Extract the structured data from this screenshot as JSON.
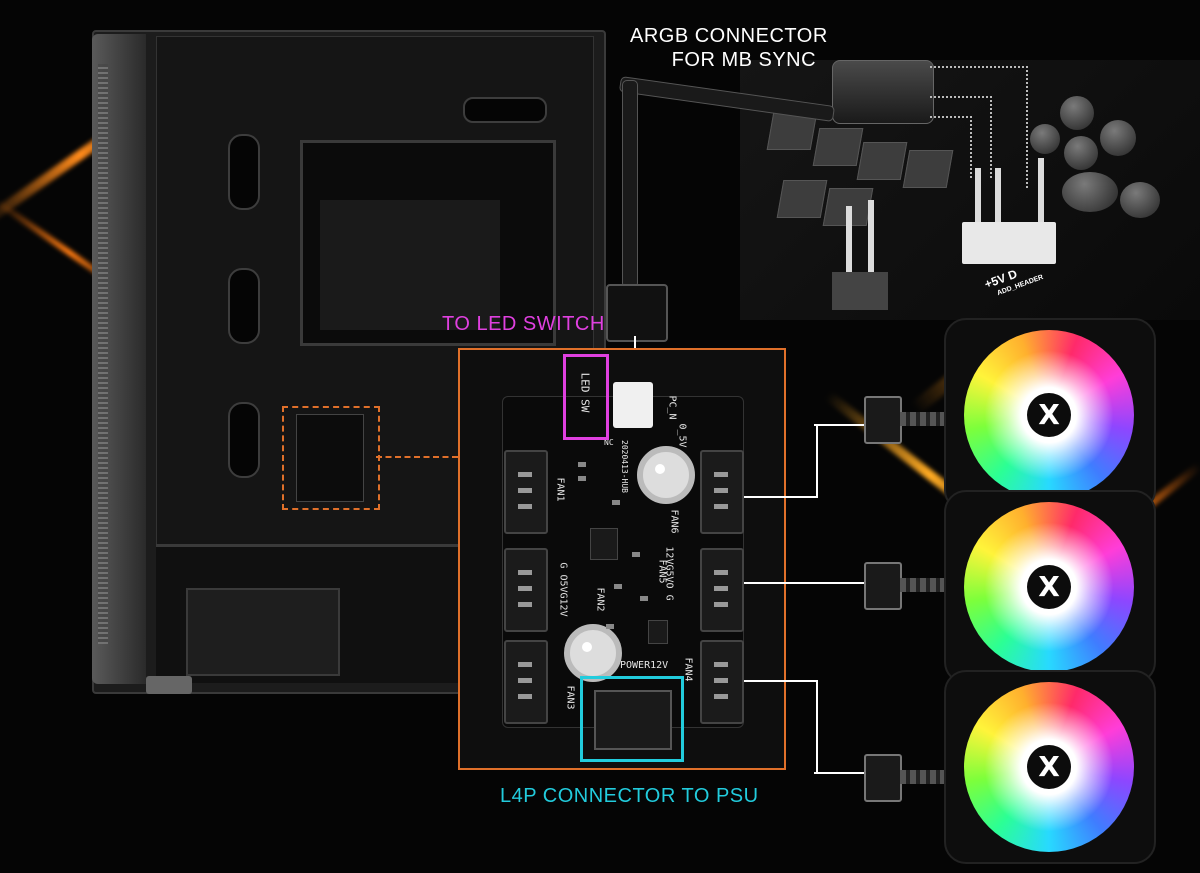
{
  "annotations": {
    "argb_line1": "ARGB CONNECTOR",
    "argb_line2": "FOR MB SYNC",
    "led_switch": "TO LED SWITCH",
    "l4p": "L4P CONNECTOR TO PSU"
  },
  "header": {
    "label_main": "+5V  D",
    "label_sub": "ADD_HEADER"
  },
  "hub": {
    "led_sw": "LED SW",
    "pc_n": "PC_N",
    "v05": "0_5V",
    "fan1": "FAN1",
    "fan2": "FAN2",
    "fan3": "FAN3",
    "fan5": "FAN5",
    "fan6": "FAN6",
    "fan4": "FAN4",
    "power12v": "POWER12V",
    "row_12v": "12VG5VO G",
    "row_g": "G O5VG12V",
    "board_id": "2020413-HUB",
    "nc": "NC"
  },
  "fans": {
    "logo": "X"
  },
  "colors": {
    "hub_frame": "#e0702a",
    "led_highlight": "#e040e0",
    "l4p_highlight": "#22ccdd",
    "streak": "#ff8a1a"
  }
}
